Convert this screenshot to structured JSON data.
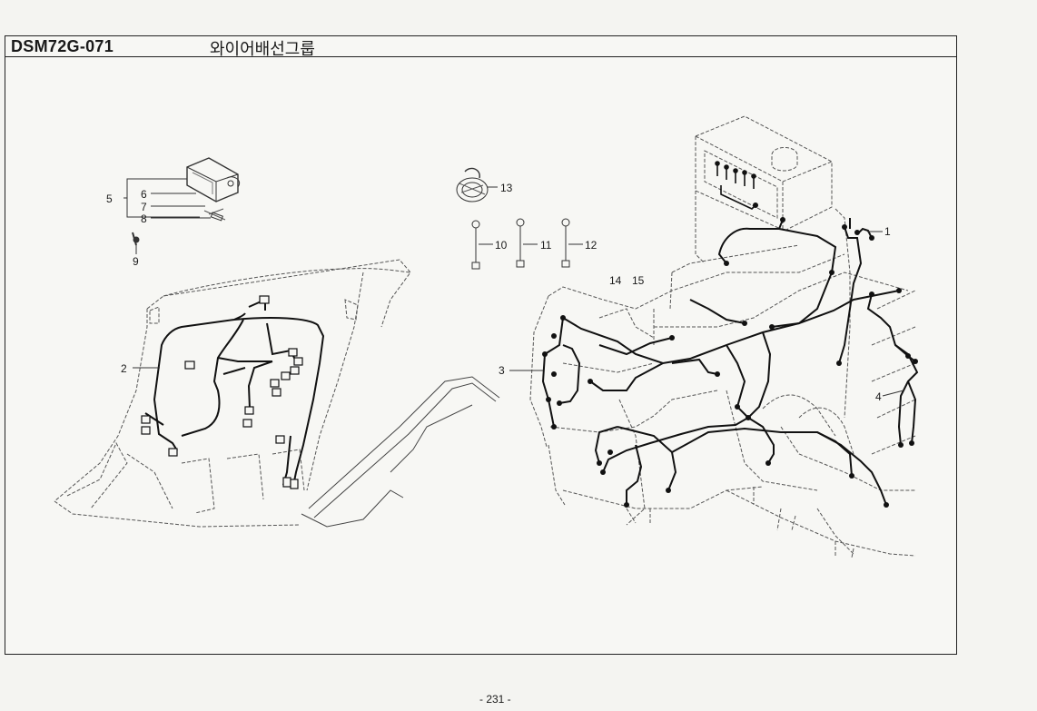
{
  "header": {
    "code": "DSM72G-071",
    "title": "와이어배선그룹"
  },
  "callouts": {
    "c1": "1",
    "c2": "2",
    "c3": "3",
    "c4": "4",
    "c5": "5",
    "c6": "6",
    "c7": "7",
    "c8": "8",
    "c9": "9",
    "c10": "10",
    "c11": "11",
    "c12": "12",
    "c13": "13",
    "c14": "14",
    "c15": "15"
  },
  "footer": {
    "page": "- 231 -"
  }
}
